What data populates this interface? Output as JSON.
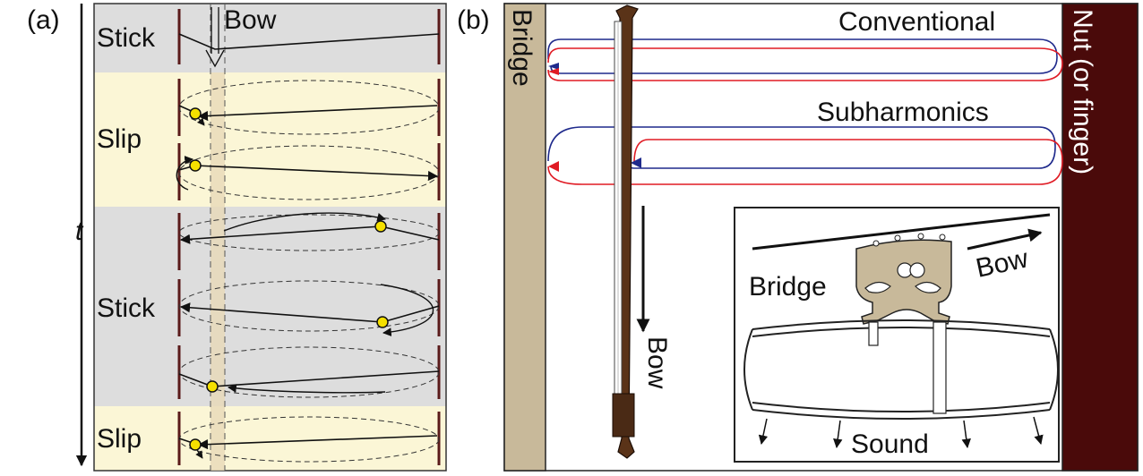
{
  "panel_a": {
    "label": "(a)",
    "time_label": "t",
    "bow_label": "Bow",
    "phases": [
      {
        "text": "Stick",
        "state": "stick"
      },
      {
        "text": "Slip",
        "state": "slip"
      },
      {
        "text": "Stick",
        "state": "stick"
      },
      {
        "text": "Slip",
        "state": "slip"
      }
    ],
    "colors": {
      "stick_bg": "#dddddd",
      "slip_bg": "#fbf6d6",
      "marker": "#f5e000",
      "bow_band": "#e8d9b8",
      "wall": "#5a1a1a"
    }
  },
  "panel_b": {
    "label": "(b)",
    "bridge_label": "Bridge",
    "nut_label": "Nut (or finger)",
    "conventional_label": "Conventional",
    "subharmonics_label": "Subharmonics",
    "bow_label": "Bow",
    "colors": {
      "bridge": "#c8b99a",
      "nut": "#4a0a0a",
      "blue": "#1f2a8c",
      "red": "#e01b24",
      "bow_wood": "#5a3318"
    },
    "inset": {
      "bridge_label": "Bridge",
      "bow_label": "Bow",
      "sound_label": "Sound"
    }
  }
}
